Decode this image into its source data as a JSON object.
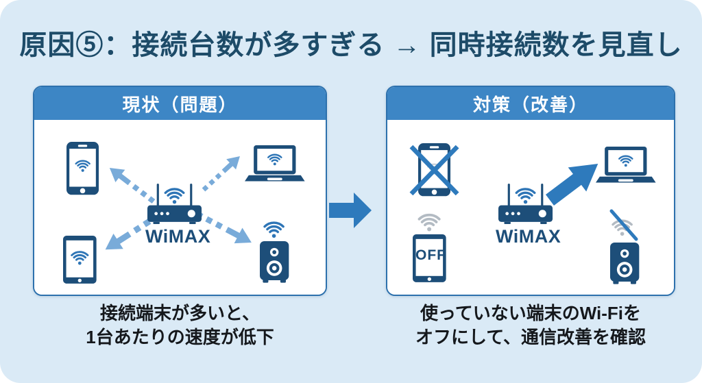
{
  "title": "原因⑤：接続台数が多すぎる → 同時接続数を見直し",
  "panels": {
    "left": {
      "header": "現状（問題）",
      "router_label": "WiMAX",
      "caption_line1": "接続端末が多いと、",
      "caption_line2": "1台あたりの速度が低下"
    },
    "right": {
      "header": "対策（改善）",
      "router_label": "WiMAX",
      "tablet_off_label": "OFF",
      "caption_line1": "使っていない端末のWi-Fiを",
      "caption_line2": "オフにして、通信改善を確認"
    }
  },
  "icons": [
    "wifi-icon",
    "router-icon",
    "smartphone-icon",
    "laptop-icon",
    "tablet-icon",
    "speaker-icon",
    "dashed-arrow-icon",
    "solid-arrow-icon",
    "cross-icon",
    "slash-icon",
    "transition-arrow-icon"
  ],
  "colors": {
    "card_bg": "#daeaf6",
    "header_blue": "#3d86c5",
    "panel_border": "#2d71ad",
    "icon_navy": "#1d4e79",
    "wifi_blue": "#2e75b6",
    "arrow_light_blue": "#79abd9",
    "arrow_solid_blue": "#2e7abc",
    "disabled_gray": "#b3bbc3",
    "title_navy": "#1d4b68",
    "caption_text": "#15181c"
  }
}
